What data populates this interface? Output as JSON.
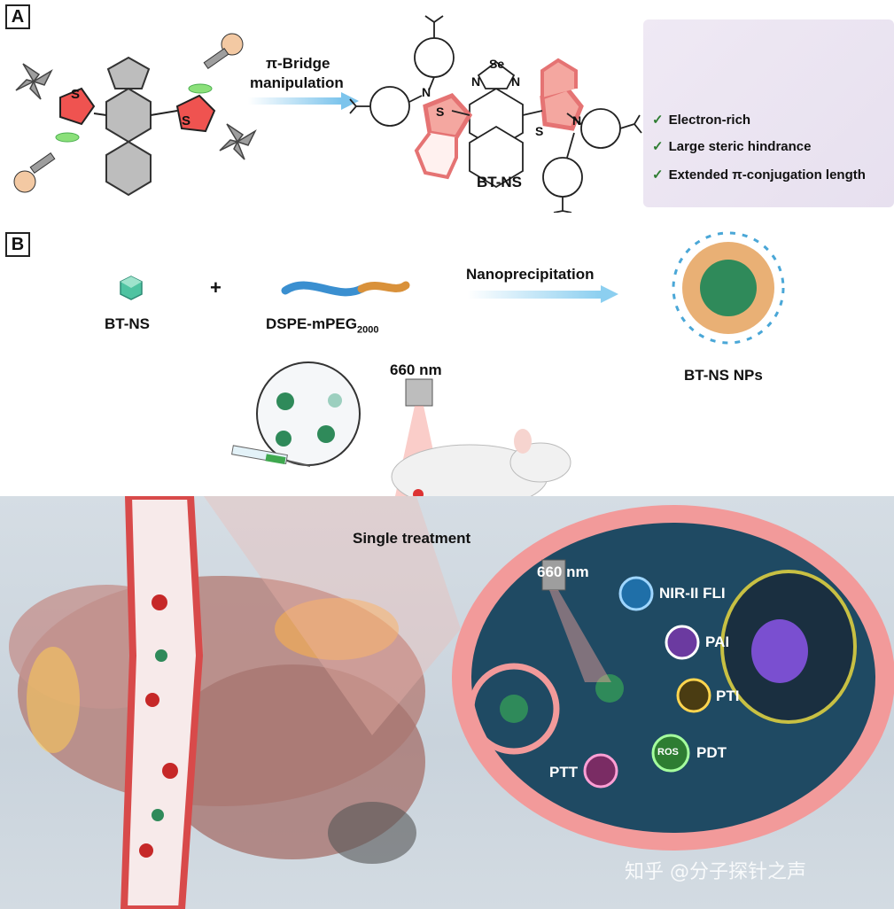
{
  "panels": {
    "a": "A",
    "b": "B"
  },
  "panel_a": {
    "arrow_label_line1": "π-Bridge",
    "arrow_label_line2": "manipulation",
    "molecule_name": "BT-NS",
    "atoms": {
      "s": "S",
      "se": "Se",
      "n": "N"
    },
    "features": [
      "Electron-rich",
      "Large steric hindrance",
      "Extended π-conjugation length"
    ],
    "check_mark": "✓"
  },
  "panel_b": {
    "component1": "BT-NS",
    "plus": "+",
    "component2_base": "DSPE-mPEG",
    "component2_sub": "2000",
    "process": "Nanoprecipitation",
    "product": "BT-NS NPs",
    "laser_top": "660 nm",
    "treatment": "Single treatment",
    "laser_cell": "660 nm",
    "modalities": {
      "nir": "NIR-II FLI",
      "pai": "PAI",
      "pti": "PTI",
      "pdt": "PDT",
      "ptt": "PTT",
      "ros": "ROS"
    }
  },
  "watermark": "知乎 @分子探针之声",
  "colors": {
    "thiophene": "#e53935",
    "highlight": "#f4a7a0",
    "benzo_green": "#4caf50",
    "arrow": "#7cc4ec",
    "cell_dark": "#1f4a63",
    "membrane": "#f08a8a",
    "vessel": "#d84a4a"
  }
}
